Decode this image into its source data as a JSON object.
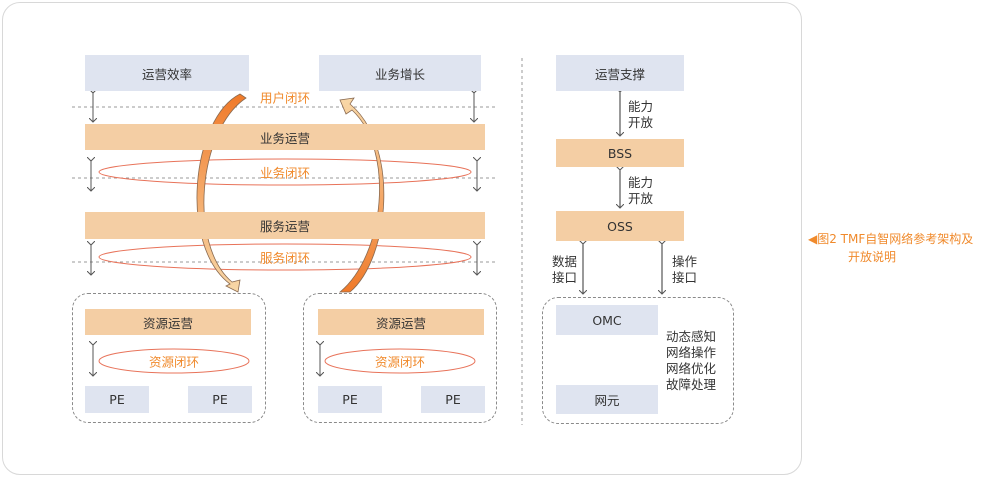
{
  "left": {
    "top_boxes": [
      "运营效率",
      "业务增长"
    ],
    "user_loop": "用户闭环",
    "business_ops": "业务运营",
    "business_loop": "业务闭环",
    "service_ops": "服务运营",
    "service_loop": "服务闭环",
    "resource_groups": [
      {
        "ops": "资源运营",
        "loop": "资源闭环",
        "pe": [
          "PE",
          "PE"
        ]
      },
      {
        "ops": "资源运营",
        "loop": "资源闭环",
        "pe": [
          "PE",
          "PE"
        ]
      }
    ]
  },
  "right": {
    "support": "运营支撑",
    "capability_open_1": [
      "能力",
      "开放"
    ],
    "bss": "BSS",
    "capability_open_2": [
      "能力",
      "开放"
    ],
    "oss": "OSS",
    "data_interface": [
      "数据",
      "接口"
    ],
    "operate_interface": [
      "操作",
      "接口"
    ],
    "omc": "OMC",
    "network_element": "网元",
    "functions": [
      "动态感知",
      "网络操作",
      "网络优化",
      "故障处理"
    ]
  },
  "caption": {
    "marker": "◀",
    "line1": "图2  TMF自智网络参考架构及",
    "line2": "开放说明"
  },
  "colors": {
    "blue_box": "#dfe4f0",
    "orange_box": "#f4cea4",
    "loop_text": "#f08a2c",
    "ring_stroke": "#e8735a",
    "dashed": "#8a8a8a"
  }
}
